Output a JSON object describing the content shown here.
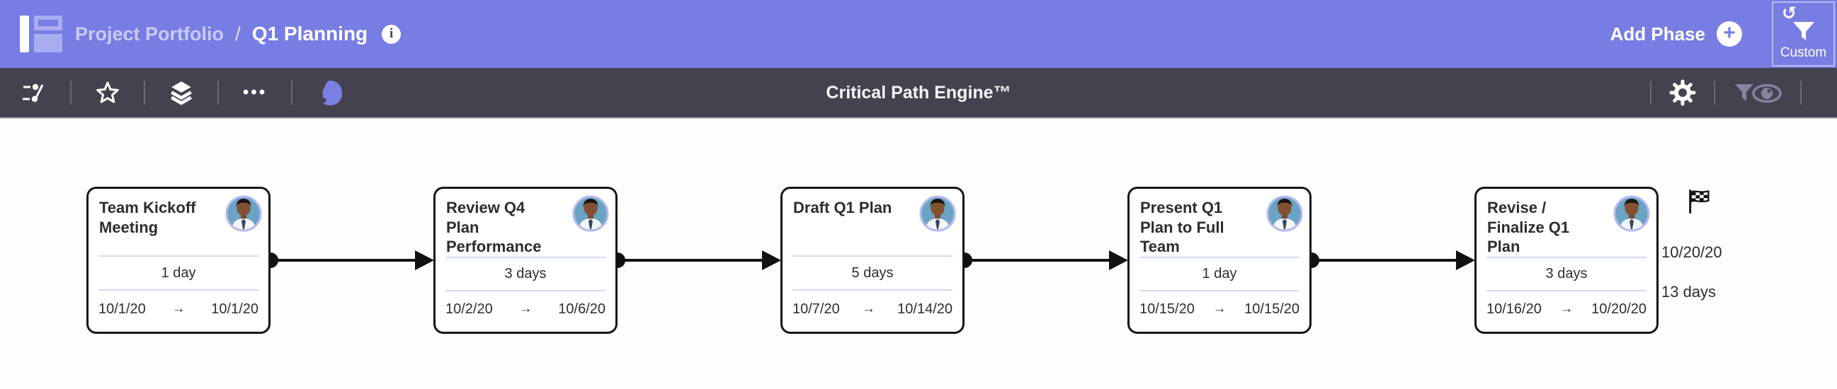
{
  "header": {
    "breadcrumb": {
      "project": "Project Portfolio",
      "separator": "/",
      "current": "Q1 Planning"
    },
    "info_glyph": "i",
    "add_phase_label": "Add Phase",
    "plus_glyph": "+",
    "custom_filter": {
      "label": "Custom",
      "refresh_glyph": "↺"
    }
  },
  "toolbar": {
    "title": "Critical Path Engine™",
    "ellipsis_glyph": "•••"
  },
  "canvas": {
    "date_arrow": "→",
    "cards": [
      {
        "title": "Team Kickoff Meeting",
        "duration": "1 day",
        "start": "10/1/20",
        "end": "10/1/20"
      },
      {
        "title": "Review Q4 Plan Performance",
        "duration": "3 days",
        "start": "10/2/20",
        "end": "10/6/20"
      },
      {
        "title": "Draft Q1 Plan",
        "duration": "5 days",
        "start": "10/7/20",
        "end": "10/14/20"
      },
      {
        "title": "Present Q1 Plan to Full Team",
        "duration": "1 day",
        "start": "10/15/20",
        "end": "10/15/20"
      },
      {
        "title": "Revise / Finalize Q1 Plan",
        "duration": "3 days",
        "start": "10/16/20",
        "end": "10/20/20"
      }
    ],
    "finish": {
      "date": "10/20/20",
      "total_duration": "13 days"
    }
  },
  "colors": {
    "header_purple": "#777de2",
    "logo_light_purple": "#a9adf0",
    "toolbar_dark": "#454250",
    "toolbar_muted_icon": "#85839f",
    "card_border": "#161616",
    "card_divider": "#d6d9f5",
    "avatar_ring": "#b4b8f0",
    "avatar_bg": "#6aa3c4"
  }
}
